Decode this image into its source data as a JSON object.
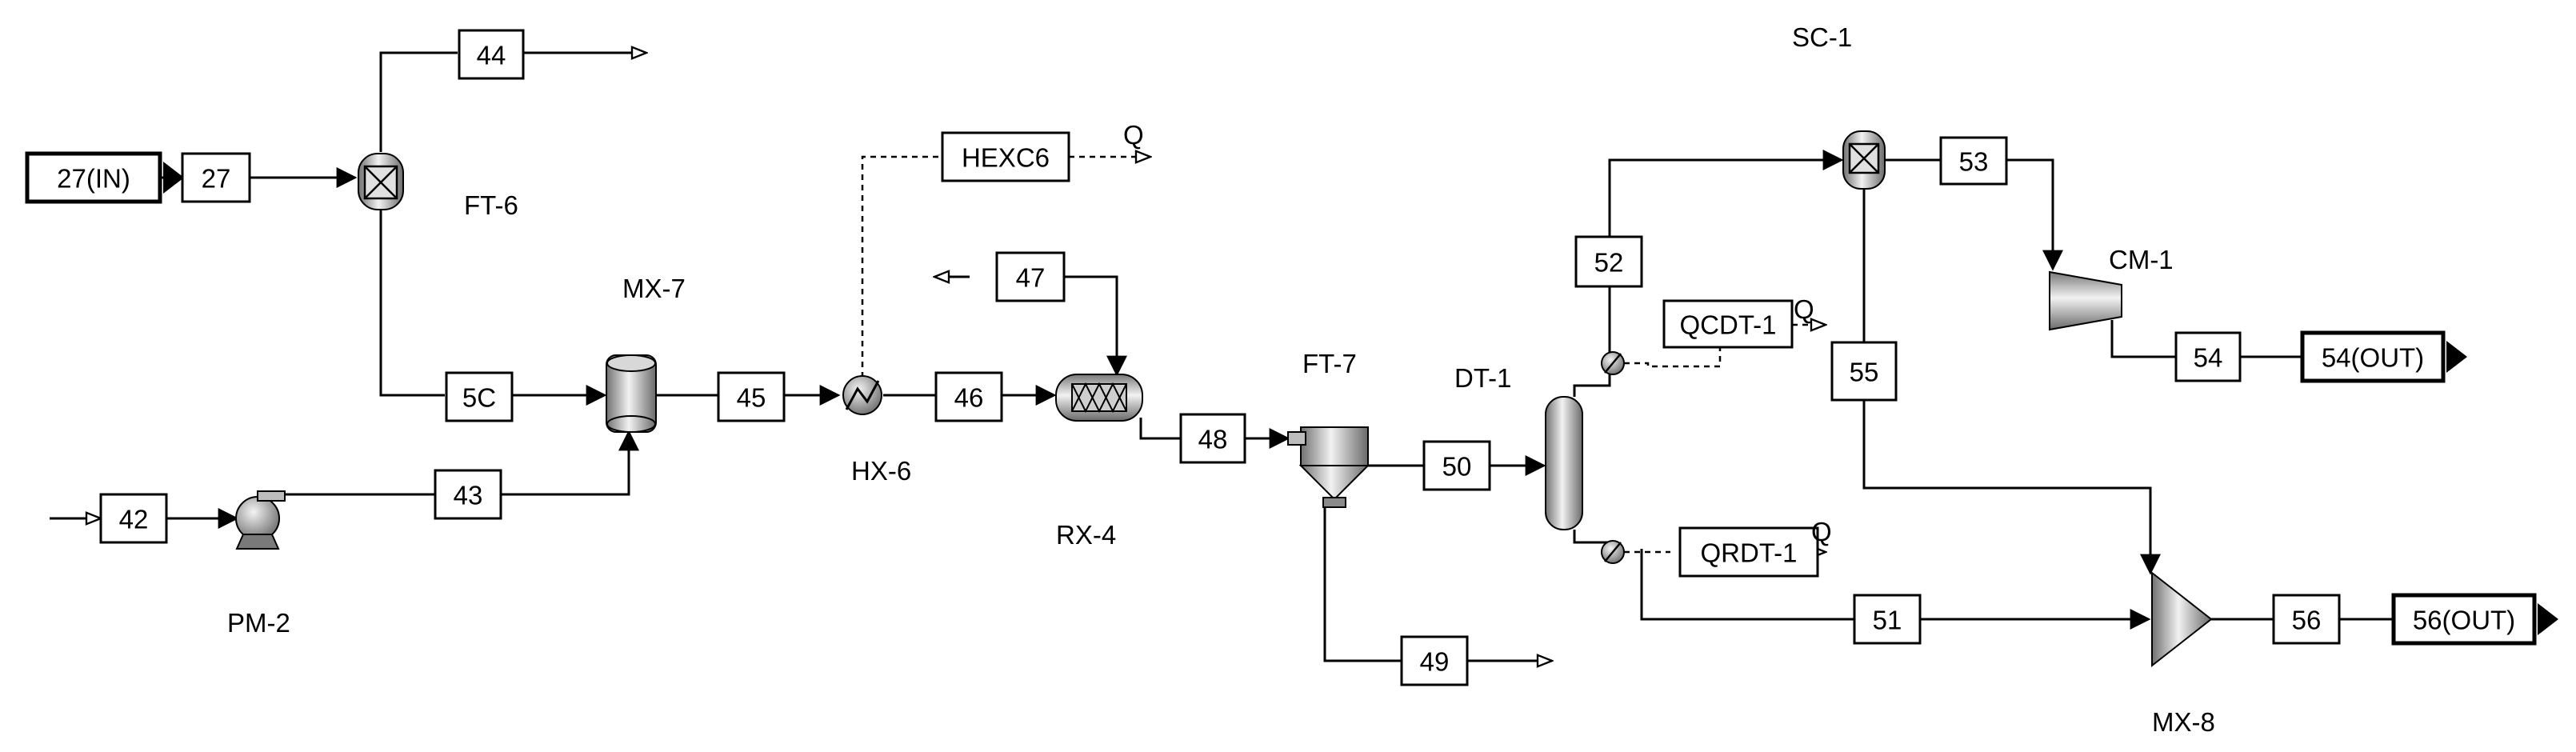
{
  "streams": {
    "s27in": "27(IN)",
    "s27": "27",
    "s44": "44",
    "s5c": "5C",
    "s42": "42",
    "s43": "43",
    "s45": "45",
    "shexc6": "HEXC6",
    "s46": "46",
    "s47": "47",
    "s48": "48",
    "s50": "50",
    "s49": "49",
    "s52": "52",
    "sqcdt1": "QCDT-1",
    "sqrdt1": "QRDT-1",
    "s51": "51",
    "s53": "53",
    "s54": "54",
    "s54out": "54(OUT)",
    "s55": "55",
    "s56": "56",
    "s56out": "56(OUT)"
  },
  "heat_markers": {
    "hexc6_q": "Q",
    "qcdt1_q": "Q",
    "qrdt1_q": "Q"
  },
  "units": {
    "ft6": "FT-6",
    "mx7": "MX-7",
    "pm2": "PM-2",
    "hx6": "HX-6",
    "rx4": "RX-4",
    "ft7": "FT-7",
    "dt1": "DT-1",
    "sc1": "SC-1",
    "cm1": "CM-1",
    "mx8": "MX-8"
  },
  "colors": {
    "line": "#000000",
    "background": "#ffffff",
    "equipment_light": "#e6e6e6",
    "equipment_dark": "#707070"
  }
}
